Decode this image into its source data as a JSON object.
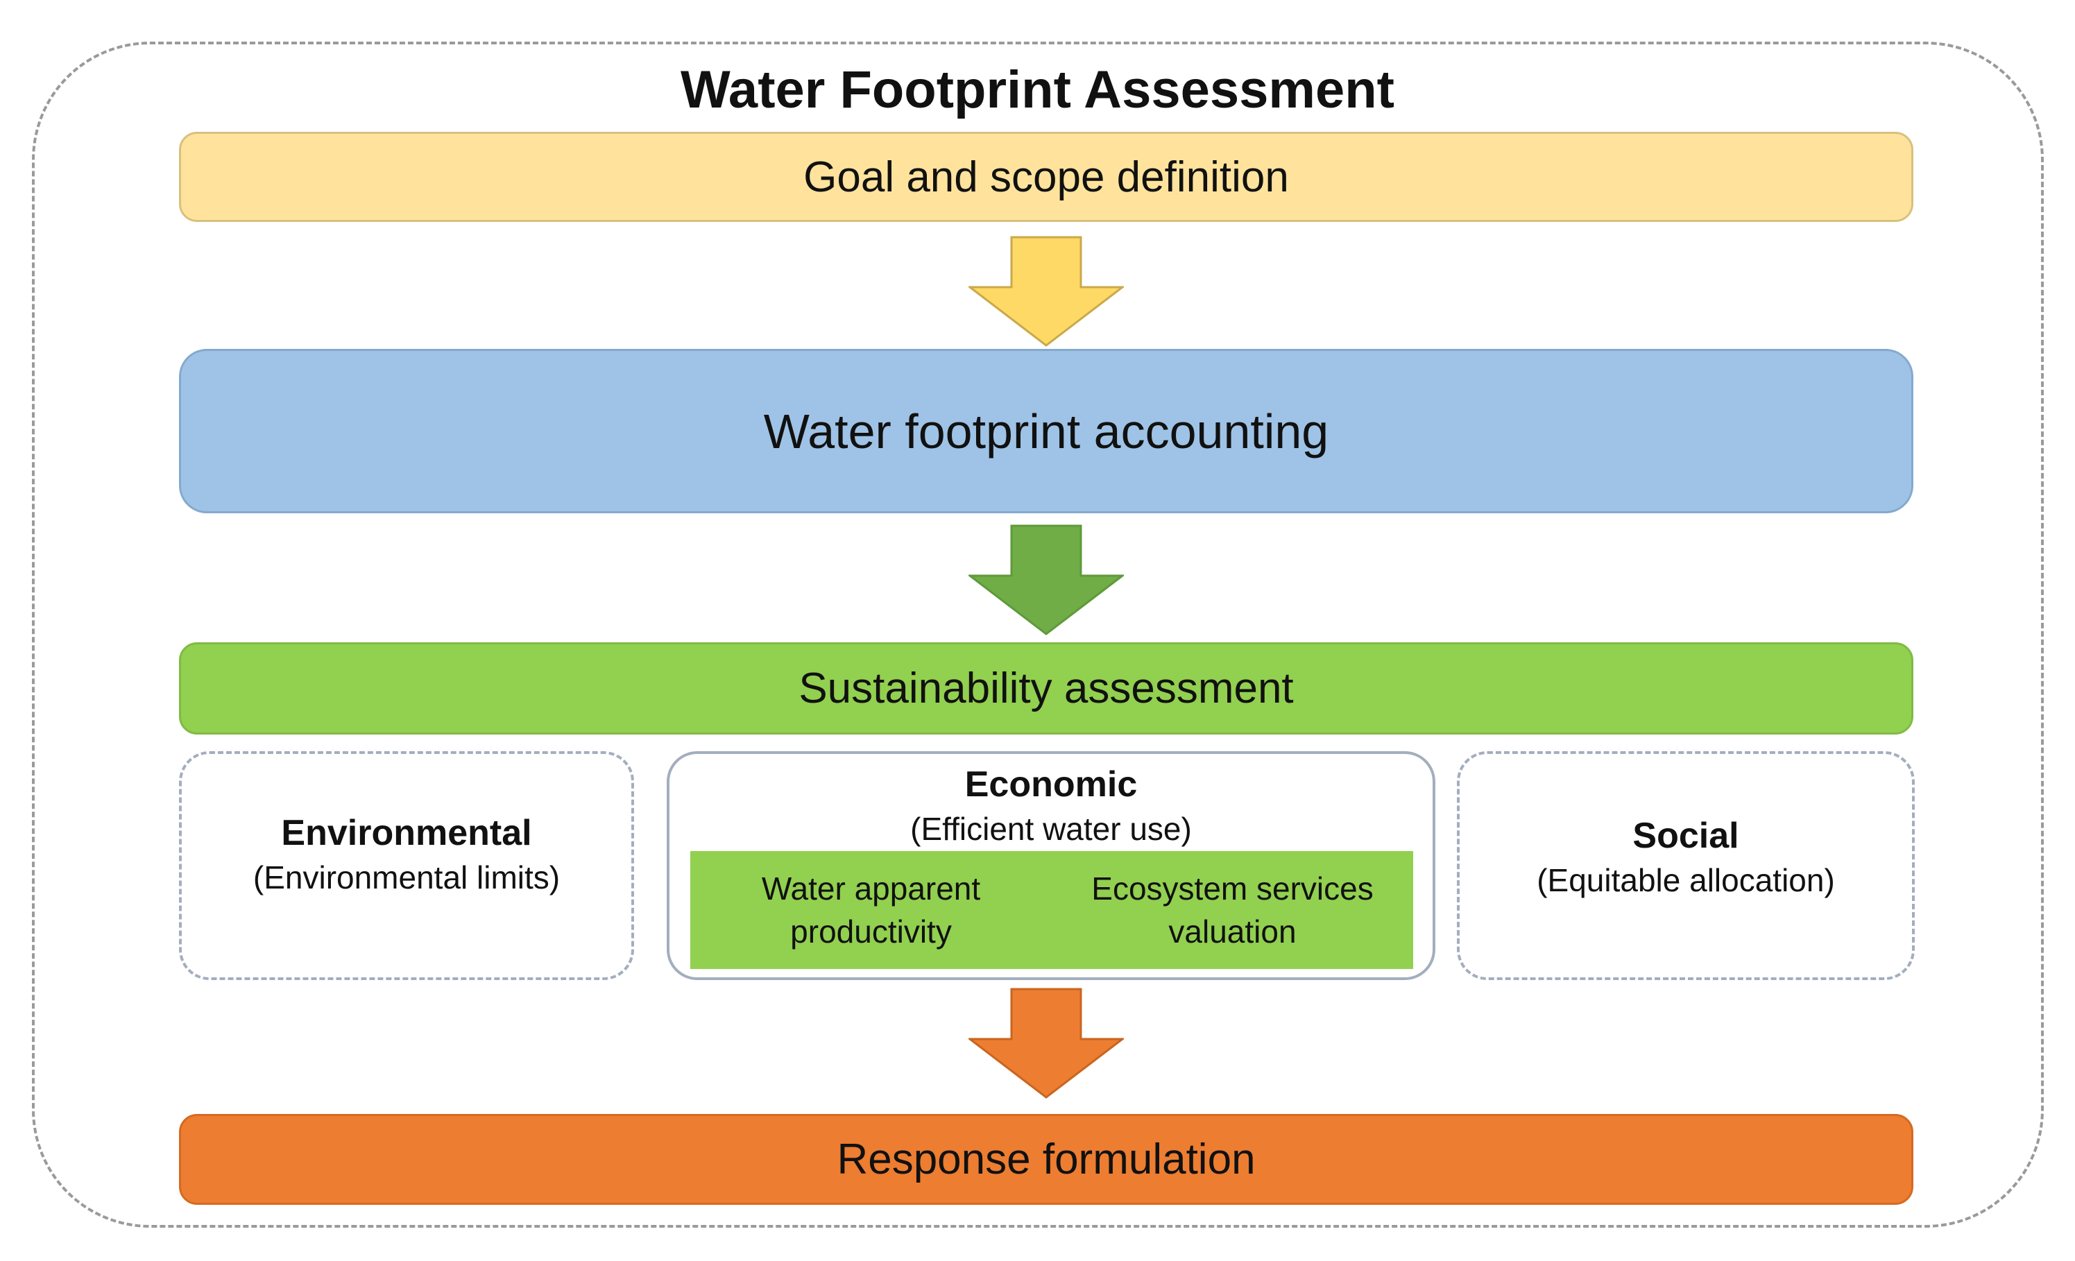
{
  "title": "Water Footprint Assessment",
  "stages": {
    "goal": "Goal and scope definition",
    "accounting": "Water footprint accounting",
    "sustainability": "Sustainability assessment",
    "response": "Response formulation"
  },
  "dimensions": {
    "environmental": {
      "heading": "Environmental",
      "sub": "(Environmental limits)"
    },
    "economic": {
      "heading": "Economic",
      "sub": "(Efficient water use)",
      "items": [
        "Water apparent productivity",
        "Ecosystem services valuation"
      ]
    },
    "social": {
      "heading": "Social",
      "sub": "(Equitable allocation)"
    }
  },
  "colors": {
    "goal": "#ffe39c",
    "accounting": "#9fc3e6",
    "sustainability": "#92d050",
    "response": "#ed7d31",
    "arrow_yellow": "#ffd966",
    "arrow_green": "#70ad47",
    "arrow_orange": "#ed7d31"
  }
}
